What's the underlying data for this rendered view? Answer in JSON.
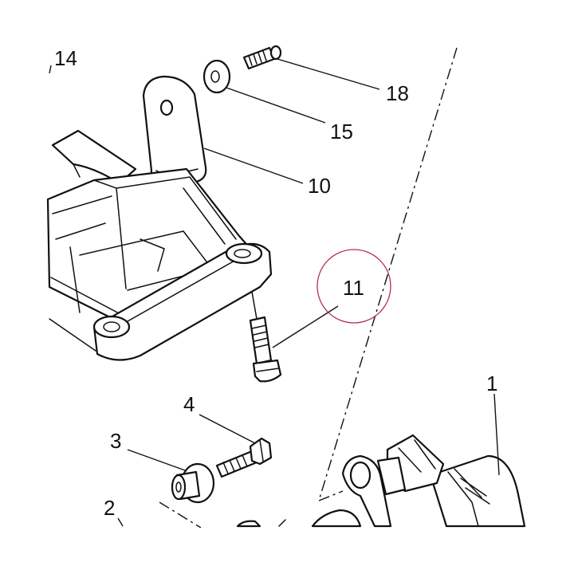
{
  "labels": {
    "l1": "1",
    "l2": "2",
    "l3": "3",
    "l4": "4",
    "l10": "10",
    "l11": "11",
    "l14": "14",
    "l15": "15",
    "l18": "18"
  },
  "colors": {
    "line": "#111111",
    "highlight_circle": "#b0304a",
    "background": "#ffffff"
  }
}
